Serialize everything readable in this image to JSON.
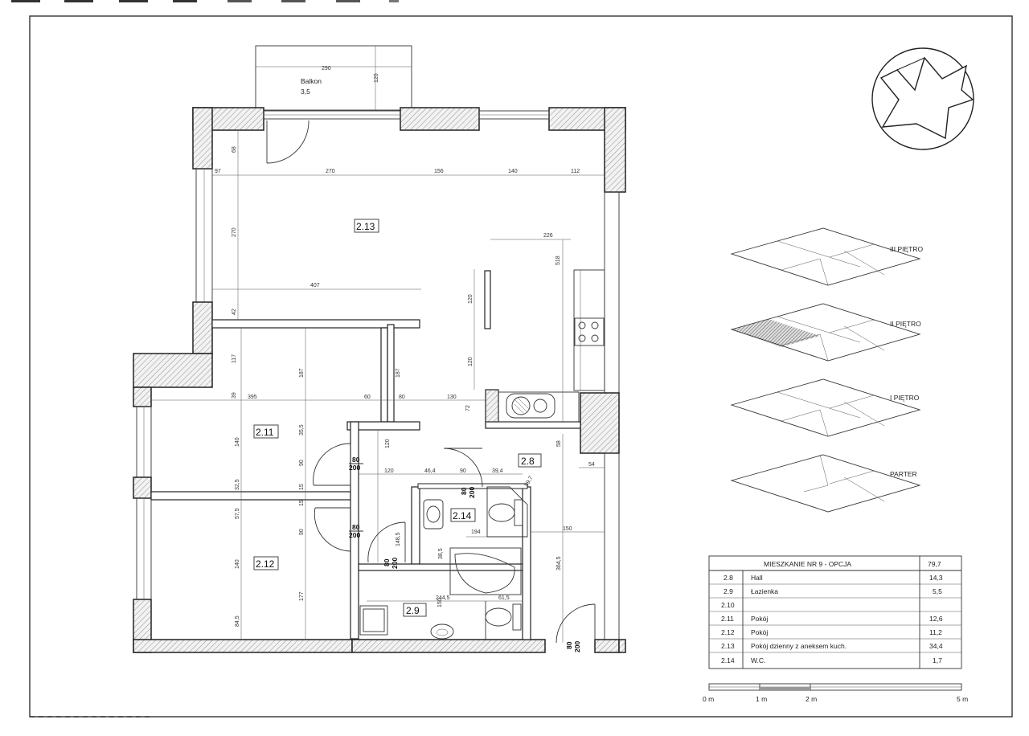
{
  "balcony": {
    "name": "Balkon",
    "area": "3,5",
    "dim_w": "290",
    "dim_h": "120"
  },
  "rooms": {
    "r213": "2.13",
    "r211": "2.11",
    "r212": "2.12",
    "r28": "2.8",
    "r214": "2.14",
    "r29": "2.9"
  },
  "dimensions": {
    "d68": "68",
    "d97": "97",
    "d270a": "270",
    "d156": "156",
    "d140a": "140",
    "d112": "112",
    "d270b": "270",
    "d226": "226",
    "d518": "518",
    "d407": "407",
    "d42": "42",
    "d120a": "120",
    "d120b": "120",
    "d117": "117",
    "d187a": "187",
    "d187b": "187",
    "d39": "39",
    "d395": "395",
    "d60": "60",
    "d80": "80",
    "d130": "130",
    "d72": "72",
    "d140b": "140",
    "d35_5": "35,5",
    "d90a": "90",
    "d120c": "120",
    "d58": "58",
    "d32_5": "32,5",
    "d15a": "15",
    "d120d": "120",
    "d46_4": "46,4",
    "d90b": "90",
    "d39_4": "39,4",
    "d59_7": "59,7",
    "d54": "54",
    "d15b": "15",
    "d57_5": "57,5",
    "d140c": "140",
    "d90c": "90",
    "d148_5": "148,5",
    "d194": "194",
    "d150": "150",
    "d177": "177",
    "d38_5": "38,5",
    "d364_5": "364,5",
    "d84_5": "84,5",
    "d244_5": "244,5",
    "d61_5": "61,5",
    "d150b": "150"
  },
  "doors": {
    "d1_w": "80",
    "d1_h": "200",
    "d2_w": "80",
    "d2_h": "200",
    "d3_w": "80",
    "d3_h": "200",
    "d4_w": "80",
    "d4_h": "200",
    "d5_w": "80",
    "d5_h": "200"
  },
  "floors": [
    "III PIĘTRO",
    "II PIĘTRO",
    "I PIĘTRO",
    "PARTER"
  ],
  "table": {
    "title": "MIESZKANIE NR 9 - OPCJA",
    "total": "79,7",
    "rows": [
      {
        "no": "2.8",
        "name": "Hall",
        "area": "14,3"
      },
      {
        "no": "2.9",
        "name": "Łazienka",
        "area": "5,5"
      },
      {
        "no": "2.10",
        "name": "",
        "area": ""
      },
      {
        "no": "2.11",
        "name": "Pokój",
        "area": "12,6"
      },
      {
        "no": "2.12",
        "name": "Pokój",
        "area": "11,2"
      },
      {
        "no": "2.13",
        "name": "Pokój dzienny z aneksem kuch.",
        "area": "34,4"
      },
      {
        "no": "2.14",
        "name": "W.C.",
        "area": "1,7"
      }
    ]
  },
  "scale": {
    "s0": "0 m",
    "s1": "1 m",
    "s2": "2 m",
    "s5": "5 m"
  }
}
